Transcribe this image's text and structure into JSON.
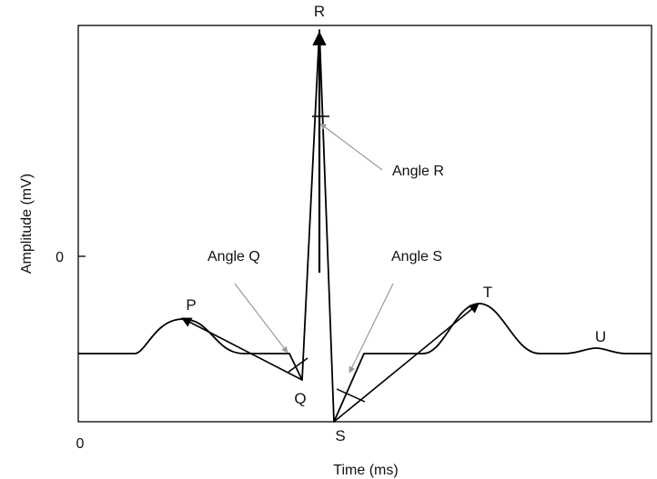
{
  "figure": {
    "xlabel": "Time (ms)",
    "ylabel": "Amplitude (mV)",
    "x_tick_zero": "0",
    "y_tick_zero": "0"
  },
  "waves": {
    "p": "P",
    "q": "Q",
    "r": "R",
    "s": "S",
    "t": "T",
    "u": "U"
  },
  "angles": {
    "q": "Angle Q",
    "r": "Angle R",
    "s": "Angle S"
  },
  "colors": {
    "trace": "#000000",
    "pointer": "#9a9a9a",
    "text": "#111111"
  }
}
